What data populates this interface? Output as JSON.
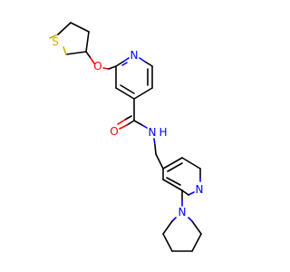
{
  "atoms": {
    "s_ring": {
      "label": "S",
      "color": "#c8b400"
    },
    "o_ether": {
      "label": "O",
      "color": "#ff0000"
    },
    "n_pyridine_top": {
      "label": "N",
      "color": "#0000ff"
    },
    "o_carbonyl": {
      "label": "O",
      "color": "#ff0000"
    },
    "n_amide": {
      "label": "N",
      "color": "#0000ff"
    },
    "h_amide": {
      "label": "H",
      "color": "#0000ff"
    },
    "n_pyridine_bottom": {
      "label": "N",
      "color": "#0000ff"
    },
    "n_pyrrolidine": {
      "label": "N",
      "color": "#0000ff"
    }
  }
}
